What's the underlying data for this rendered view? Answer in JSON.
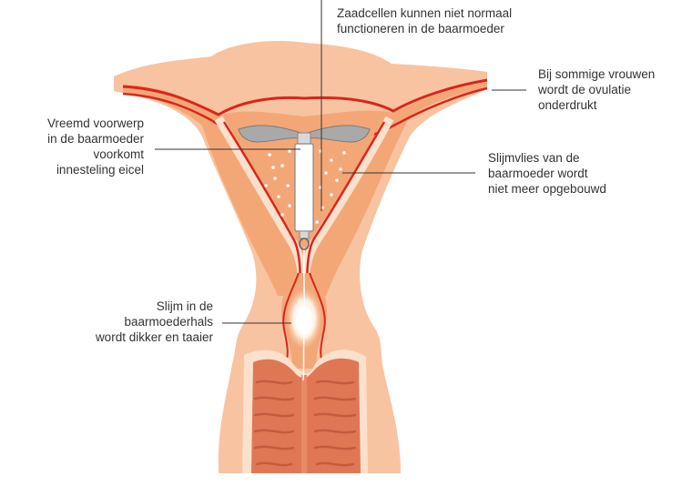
{
  "colors": {
    "outer_tissue": "#f8c3a0",
    "inner_tissue": "#f3a777",
    "wall_line": "#d9261c",
    "lining_pale": "#fbe0cc",
    "vagina_dark": "#df7755",
    "vagina_ridge": "#c65a3f",
    "leader_line": "#333333",
    "iud_body": "#ffffff",
    "iud_arms": "#a9a9a9"
  },
  "icons": {
    "iud": "iud-device-icon"
  },
  "annotations": {
    "sperm": {
      "line1": "Zaadcellen kunnen niet normaal",
      "line2": "functioneren in de baarmoeder"
    },
    "ovulation": {
      "line1": "Bij sommige vrouwen",
      "line2": "wordt de ovulatie",
      "line3": "onderdrukt"
    },
    "foreign_object": {
      "line1": "Vreemd voorwerp",
      "line2": "in de baarmoeder",
      "line3": "voorkomt",
      "line4": "innesteling eicel"
    },
    "lining": {
      "line1": "Slijmvlies van de",
      "line2": "baarmoeder wordt",
      "line3": "niet meer opgebouwd"
    },
    "mucus": {
      "line1": "Slijm in de",
      "line2": "baarmoederhals",
      "line3": "wordt dikker en taaier"
    }
  }
}
